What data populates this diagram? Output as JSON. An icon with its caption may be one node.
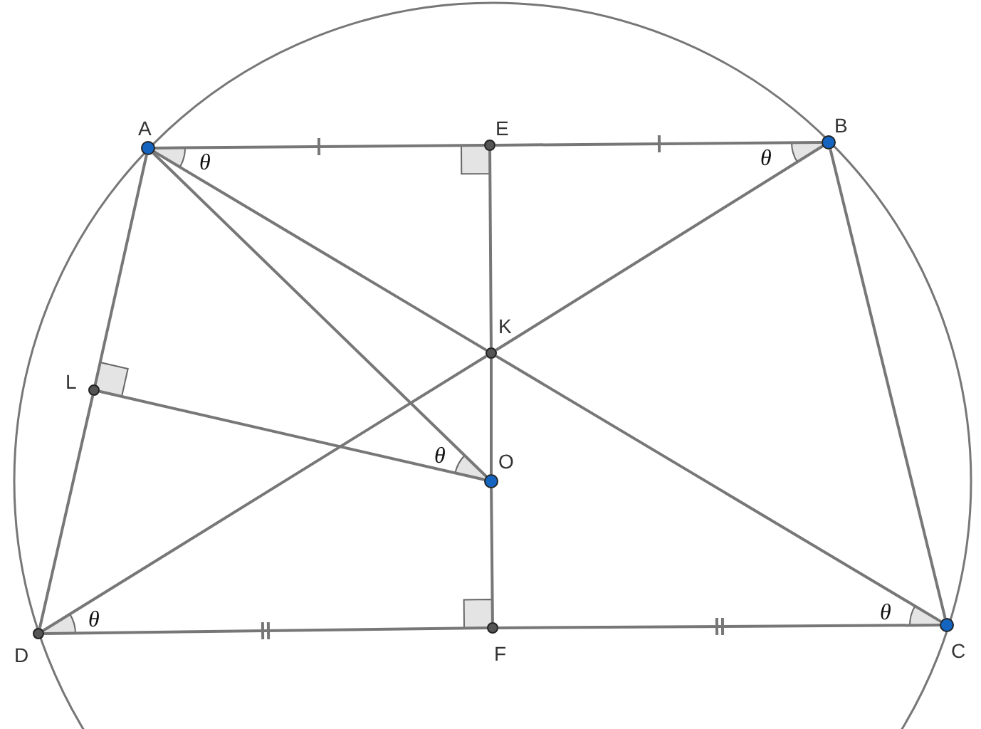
{
  "diagram": {
    "nodes": [
      {
        "text": [],
        "shape": "circle",
        "beside": [
          "A"
        ]
      },
      {
        "text": [],
        "shape": "circle",
        "beside": [
          "E"
        ]
      },
      {
        "text": [],
        "shape": "circle",
        "beside": [
          "B"
        ]
      },
      {
        "text": [],
        "shape": "circle",
        "beside": [
          "K"
        ]
      },
      {
        "text": [],
        "shape": "circle",
        "beside": [
          "L"
        ]
      },
      {
        "text": [],
        "shape": "circle",
        "beside": [
          "O"
        ]
      },
      {
        "text": [],
        "shape": "circle",
        "beside": [
          "D"
        ]
      },
      {
        "text": [],
        "shape": "circle",
        "beside": [
          "F"
        ]
      },
      {
        "text": [],
        "shape": "circle",
        "beside": [
          "C"
        ]
      }
    ],
    "edges": [
      {
        "from": 0,
        "to": 1,
        "arrow": "none"
      },
      {
        "from": 1,
        "to": 2,
        "arrow": "none"
      },
      {
        "from": 0,
        "to": 4,
        "arrow": "none"
      },
      {
        "from": 4,
        "to": 6,
        "arrow": "none"
      },
      {
        "from": 2,
        "to": 8,
        "arrow": "none"
      },
      {
        "from": 0,
        "to": 3,
        "arrow": "none"
      },
      {
        "from": 3,
        "to": 8,
        "arrow": "none"
      },
      {
        "from": 6,
        "to": 3,
        "arrow": "none"
      },
      {
        "from": 3,
        "to": 2,
        "arrow": "none"
      },
      {
        "from": 0,
        "to": 5,
        "arrow": "none"
      },
      {
        "from": 1,
        "to": 3,
        "arrow": "none"
      },
      {
        "from": 3,
        "to": 5,
        "arrow": "none"
      },
      {
        "from": 5,
        "to": 7,
        "arrow": "none"
      },
      {
        "from": 4,
        "to": 5,
        "arrow": "none"
      },
      {
        "from": 6,
        "to": 7,
        "arrow": "none"
      },
      {
        "from": 7,
        "to": 8,
        "arrow": "none"
      }
    ],
    "labels": [
      "θ",
      "θ",
      "θ",
      "θ",
      "θ"
    ]
  }
}
